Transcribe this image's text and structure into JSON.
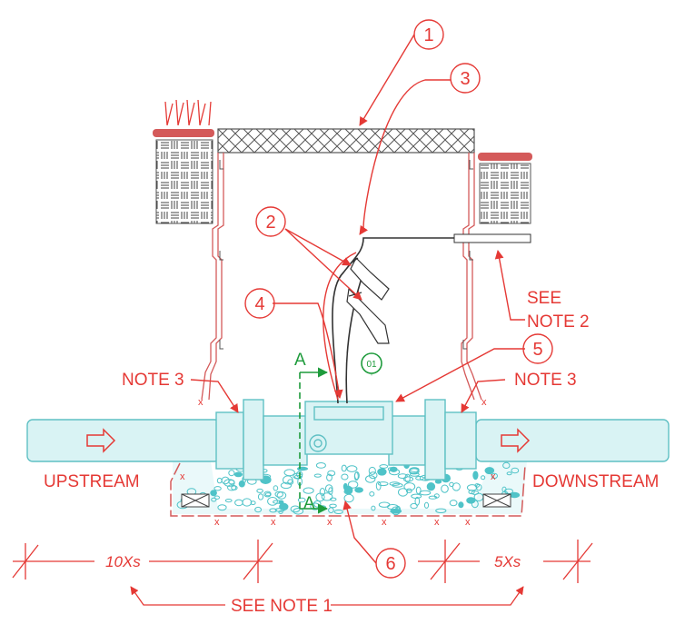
{
  "callouts": {
    "c1": "1",
    "c2": "2",
    "c3": "3",
    "c4": "4",
    "c5": "5",
    "c6": "6"
  },
  "notes": {
    "see_note_2_line1": "SEE",
    "see_note_2_line2": "NOTE 2",
    "note3_left": "NOTE 3",
    "note3_right": "NOTE 3",
    "see_note_1": "SEE NOTE 1"
  },
  "flow": {
    "upstream": "UPSTREAM",
    "downstream": "DOWNSTREAM"
  },
  "dimensions": {
    "upstream_distance": "10Xs",
    "downstream_distance": "5Xs"
  },
  "section": {
    "marker_top": "A",
    "marker_bottom": "A",
    "detail_tag": "01"
  },
  "colors": {
    "annotation": "#e53935",
    "section": "#1e9b3c",
    "pipe": "#5fc0c4",
    "gravel": "#4fc3c8"
  }
}
